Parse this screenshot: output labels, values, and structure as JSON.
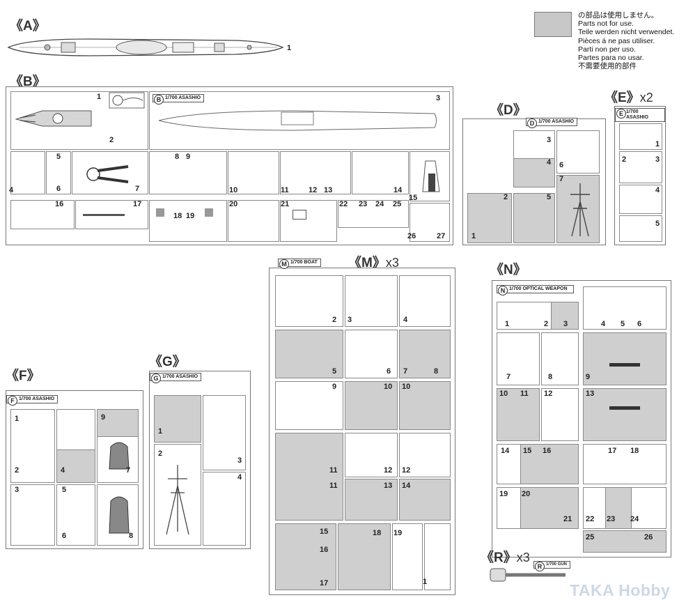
{
  "legend": {
    "lines": [
      "の部品は使用しません。",
      "Parts not for use.",
      "Teile werden nicht verwendet.",
      "Pièces á ne pas utiliser.",
      "Parti non per uso.",
      "Partes para no usar.",
      "不需要使用的部件"
    ]
  },
  "sections": {
    "A": {
      "label": "《A》",
      "parts": [
        "1"
      ]
    },
    "B": {
      "label": "《B》",
      "tag": "1/700 ASASHIO",
      "tag_letter": "B",
      "parts": [
        "1",
        "2",
        "3",
        "4",
        "5",
        "6",
        "7",
        "8",
        "9",
        "10",
        "11",
        "12",
        "13",
        "14",
        "15",
        "16",
        "17",
        "18",
        "19",
        "20",
        "21",
        "22",
        "23",
        "24",
        "25",
        "26",
        "27"
      ]
    },
    "D": {
      "label": "《D》",
      "tag": "1/700 ASASHIO",
      "tag_letter": "D",
      "parts": [
        "1",
        "2",
        "3",
        "4",
        "5",
        "6",
        "7"
      ]
    },
    "E": {
      "label": "《E》",
      "mult": "x2",
      "tag": "1/700 ASASHIO",
      "tag_letter": "E",
      "parts": [
        "1",
        "2",
        "3",
        "4",
        "5"
      ]
    },
    "F": {
      "label": "《F》",
      "tag": "1/700 ASASHIO",
      "tag_letter": "F",
      "parts": [
        "1",
        "2",
        "3",
        "4",
        "5",
        "6",
        "7",
        "8",
        "9"
      ]
    },
    "G": {
      "label": "《G》",
      "tag": "1/700 ASASHIO",
      "tag_letter": "G",
      "parts": [
        "1",
        "2",
        "3",
        "4"
      ]
    },
    "M": {
      "label": "《M》",
      "mult": "x3",
      "tag": "1/700 BOAT",
      "tag_letter": "M",
      "parts": [
        "1",
        "2",
        "3",
        "4",
        "5",
        "6",
        "7",
        "8",
        "9",
        "10",
        "10",
        "11",
        "11",
        "12",
        "12",
        "13",
        "14",
        "15",
        "16",
        "17",
        "18",
        "19"
      ]
    },
    "N": {
      "label": "《N》",
      "tag": "1/700 OPTICAL WEAPON",
      "tag_letter": "N",
      "parts": [
        "1",
        "2",
        "3",
        "4",
        "5",
        "6",
        "7",
        "8",
        "9",
        "10",
        "11",
        "12",
        "13",
        "14",
        "15",
        "16",
        "17",
        "18",
        "19",
        "20",
        "21",
        "22",
        "23",
        "24",
        "25",
        "26"
      ]
    },
    "R": {
      "label": "《R》",
      "mult": "x3",
      "tag": "1/700 GUN",
      "tag_letter": "R"
    }
  },
  "watermark": "TAKA Hobby",
  "colors": {
    "unused": "#cfcfcf",
    "frame": "#777777",
    "part": "#555555",
    "watermark": "#cdd8e6"
  }
}
